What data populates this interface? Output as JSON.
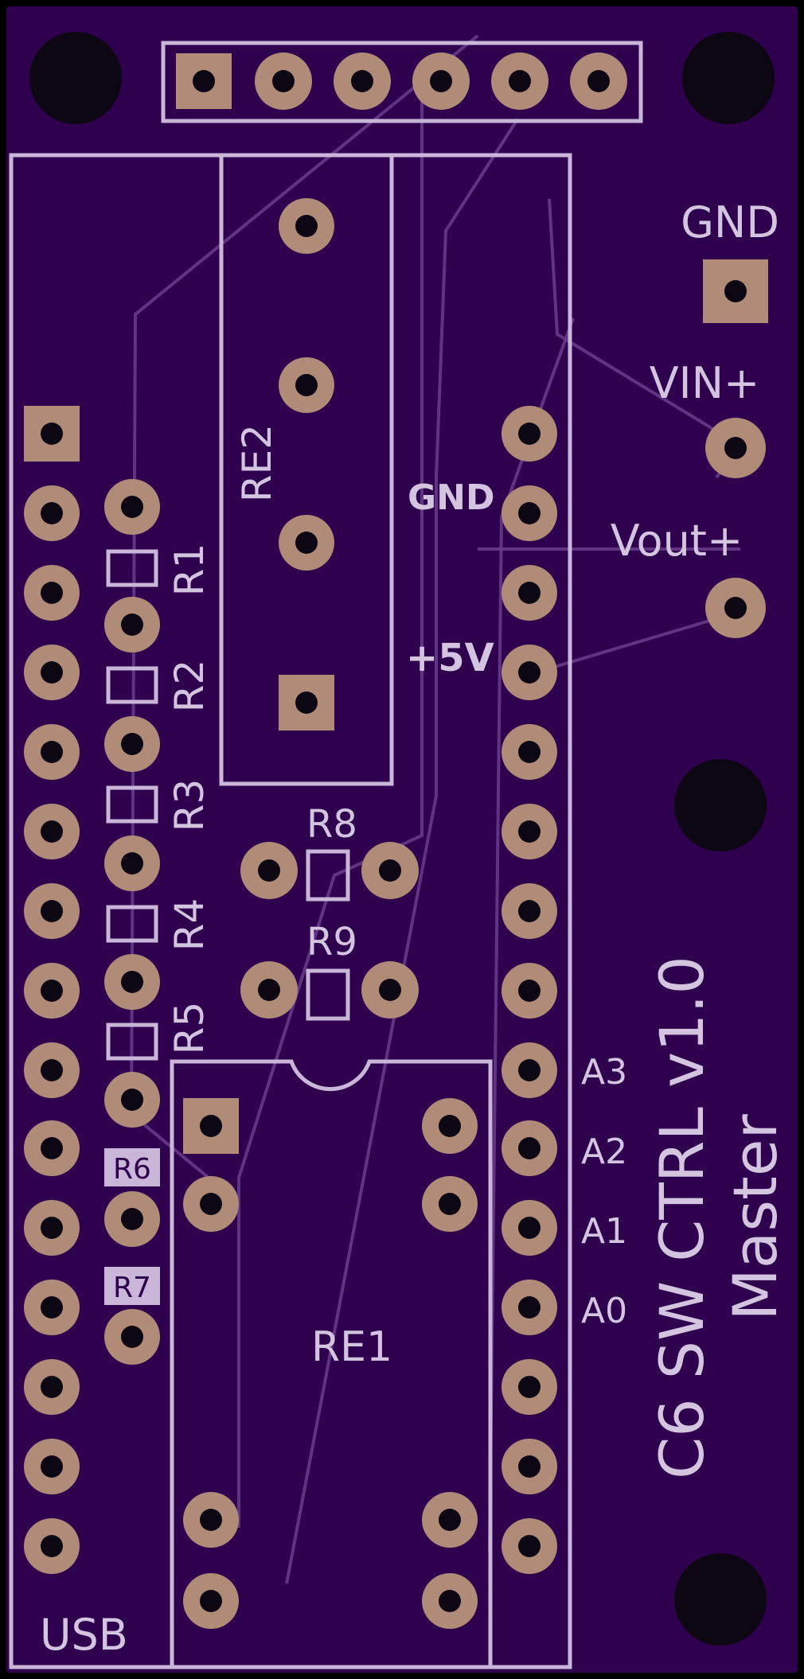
{
  "board": {
    "colors": {
      "background": "#000000",
      "soldermask": "#2e004e",
      "silkscreen": "#c9b6d8",
      "pad": "#b08b78",
      "hole": "#0d0714",
      "trace": "#6a3c8d"
    },
    "labels": {
      "gnd_right": "GND",
      "vin": "VIN+",
      "vout": "Vout+",
      "gnd_mid": "GND",
      "plus5v": "+5V",
      "re2": "RE2",
      "re1": "RE1",
      "r1": "R1",
      "r2": "R2",
      "r3": "R3",
      "r4": "R4",
      "r5": "R5",
      "r6": "R6",
      "r7": "R7",
      "r8": "R8",
      "r9": "R9",
      "a3": "A3",
      "a2": "A2",
      "a1": "A1",
      "a0": "A0",
      "usb": "USB",
      "title_line1": "C6 SW CTRL v1.0",
      "title_line2": "Master"
    }
  }
}
